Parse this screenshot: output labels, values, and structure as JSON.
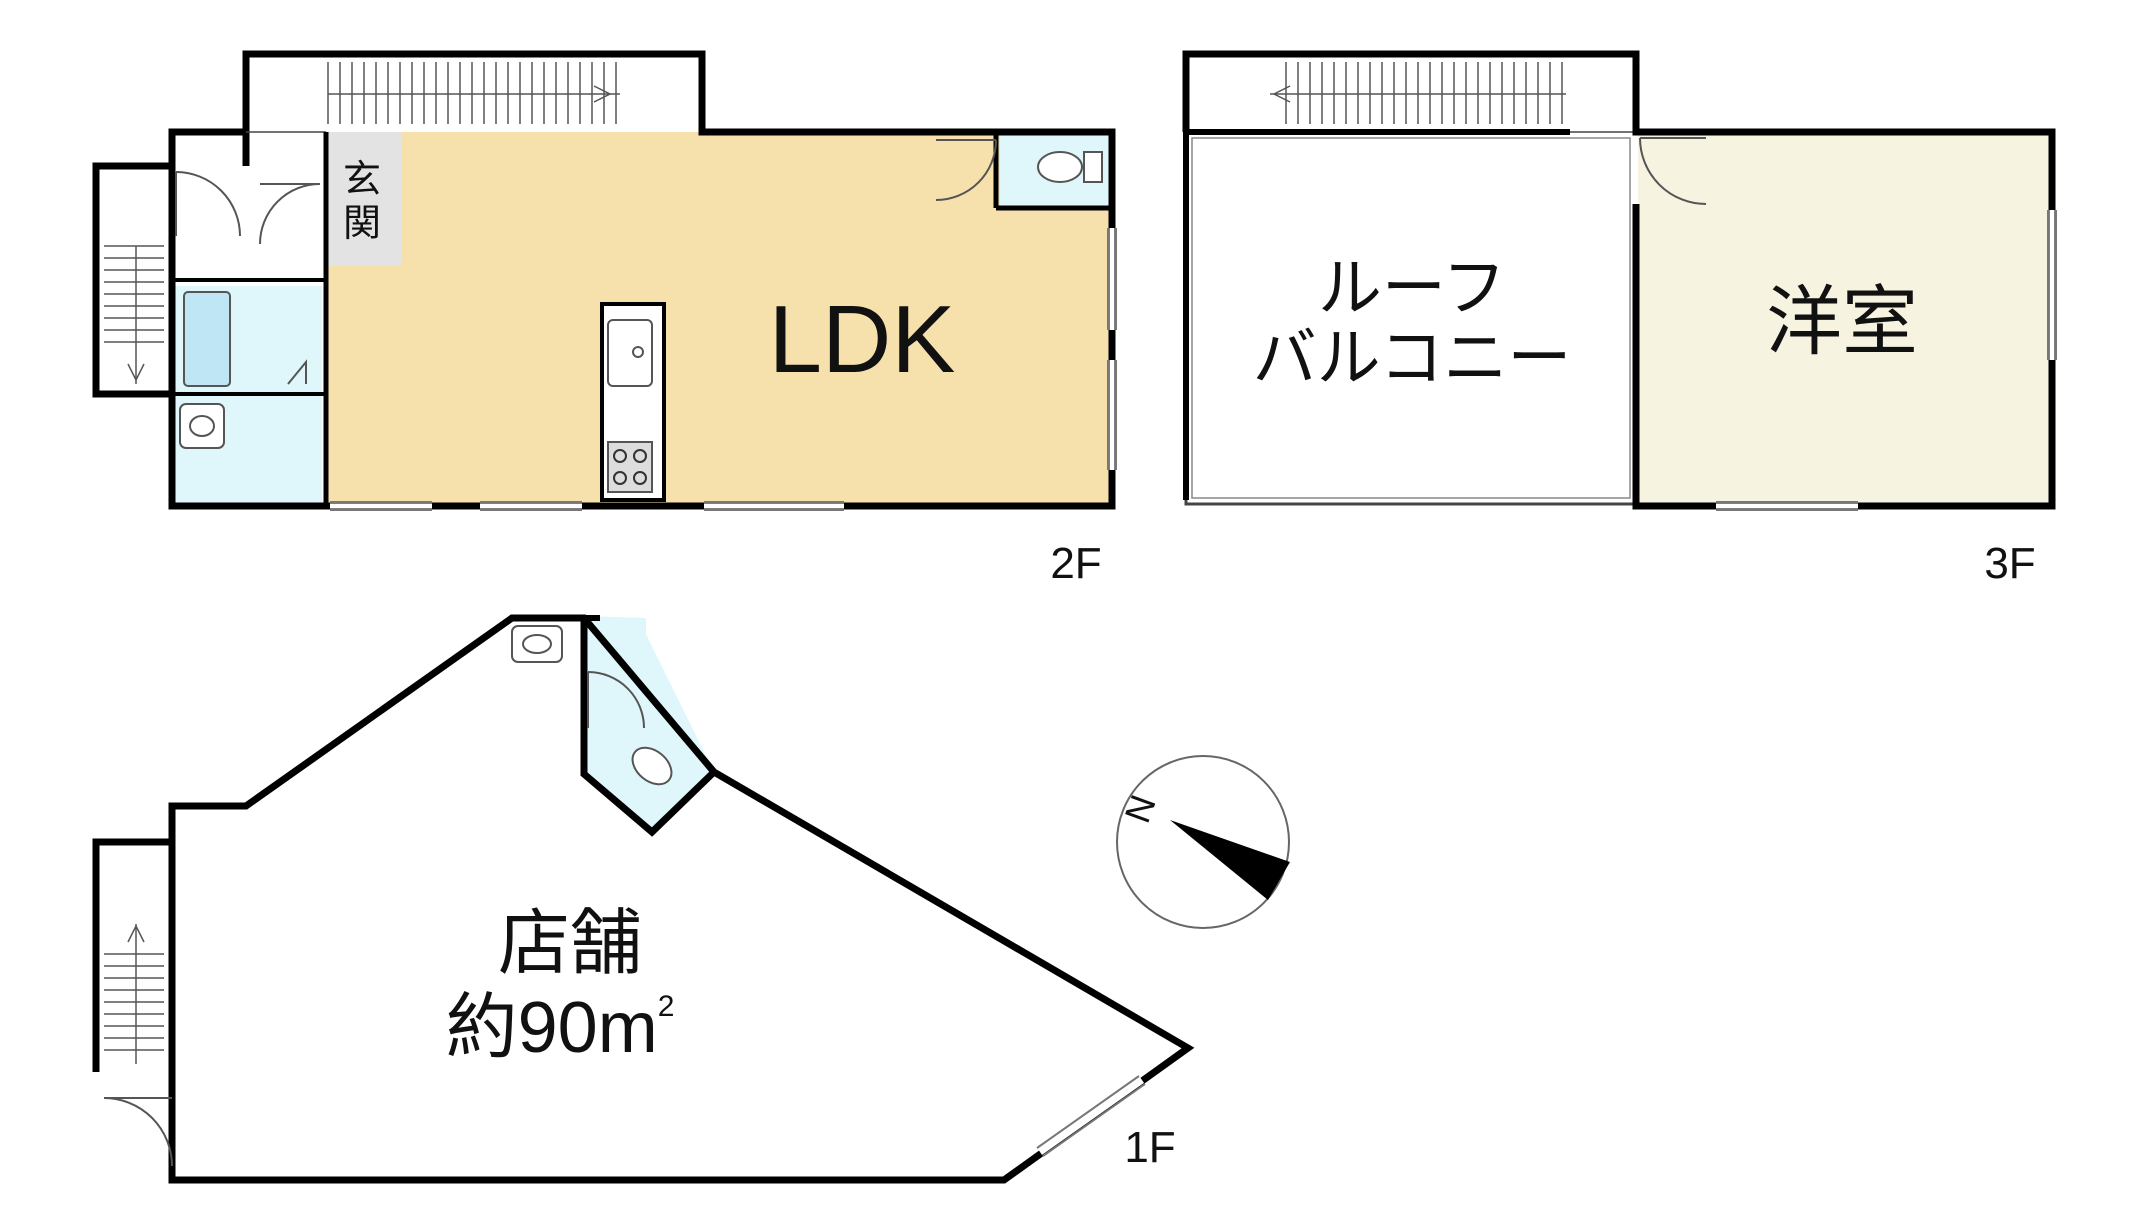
{
  "floors": {
    "floor2": {
      "label": "2F",
      "rooms": {
        "ldk": "LDK",
        "entrance_line1": "玄",
        "entrance_line2": "関"
      }
    },
    "floor3": {
      "label": "3F",
      "rooms": {
        "roof_balcony_line1": "ルーフ",
        "roof_balcony_line2": "バルコニー",
        "western_room": "洋室"
      }
    },
    "floor1": {
      "label": "1F",
      "rooms": {
        "store_line1": "店舗",
        "store_area": "約90m",
        "store_area_unit_sup": "2"
      }
    }
  },
  "compass": {
    "north_label": "N"
  },
  "colors": {
    "ldk_fill": "#f6e0ac",
    "wet_area_fill": "#dff7fb",
    "western_room_fill": "#f7f3e1",
    "entrance_fill": "#e3e3e3",
    "wall": "#000000"
  },
  "icons": [
    "stairs-icon",
    "door-swing-icon",
    "toilet-icon",
    "bathtub-icon",
    "washbasin-icon",
    "kitchen-sink-icon",
    "stove-icon",
    "compass-icon"
  ]
}
